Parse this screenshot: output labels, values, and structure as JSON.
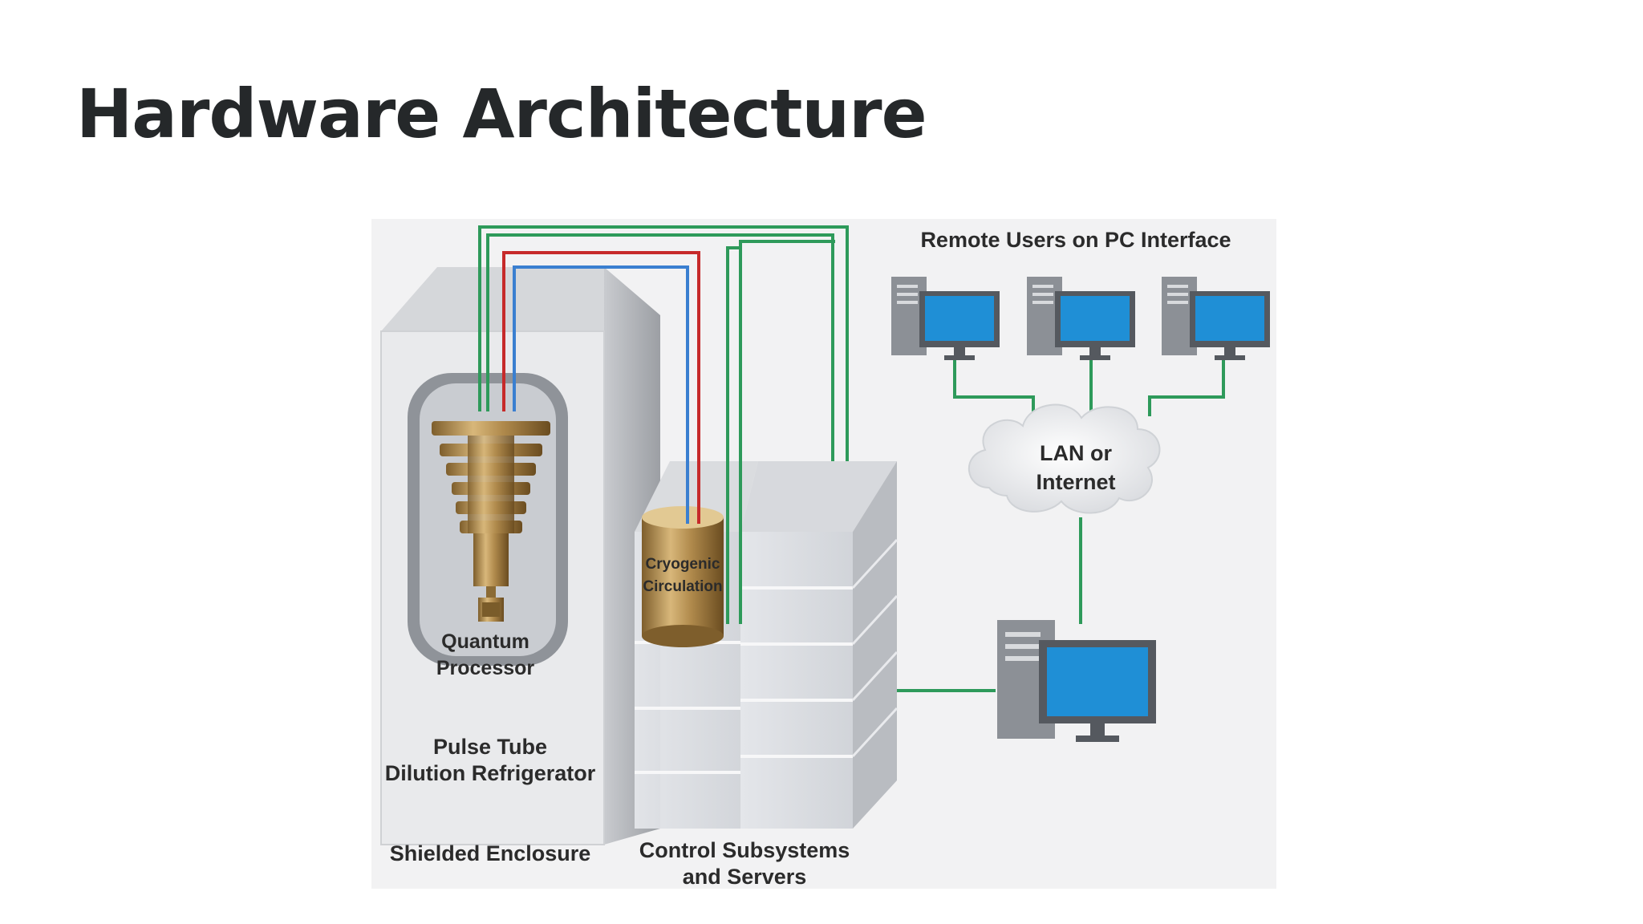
{
  "slide": {
    "title": "Hardware Architecture"
  },
  "diagram": {
    "remote_users": "Remote Users on PC Interface",
    "network": {
      "line1": "LAN or",
      "line2": "Internet"
    },
    "processor": {
      "line1": "Quantum",
      "line2": "Processor"
    },
    "circulation": {
      "line1": "Cryogenic",
      "line2": "Circulation"
    },
    "refrigerator": {
      "line1": "Pulse Tube",
      "line2": "Dilution Refrigerator"
    },
    "enclosure": "Shielded Enclosure",
    "control": {
      "line1": "Control Subsystems",
      "line2": "and Servers"
    }
  },
  "colors": {
    "title": "#25282a",
    "signal_line": "#2e9a5a",
    "hot_line": "#c62a2a",
    "cold_line": "#3a7fd0",
    "screen": "#1f8fd6",
    "brass": "#b08a4c"
  },
  "icons": [
    "desktop-computer-icon",
    "cloud-icon",
    "cryostat-chandelier-icon",
    "cylinder-tank-icon",
    "server-rack-icon"
  ]
}
